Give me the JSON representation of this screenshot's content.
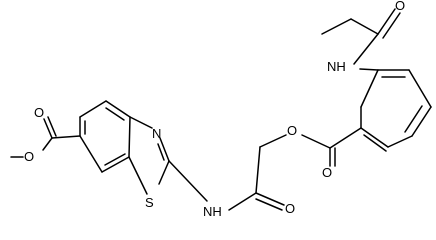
{
  "atoms": {
    "ester_o_carbonyl": "O",
    "ester_o_methoxy": "O",
    "thiazole_n": "N",
    "thiazole_s": "S",
    "amide_nh_left": "NH",
    "amide_o_left": "O",
    "ester_o_link": "O",
    "ester_o_carbonyl_right": "O",
    "amide_nh_top": "NH",
    "amide_o_top": "O"
  }
}
